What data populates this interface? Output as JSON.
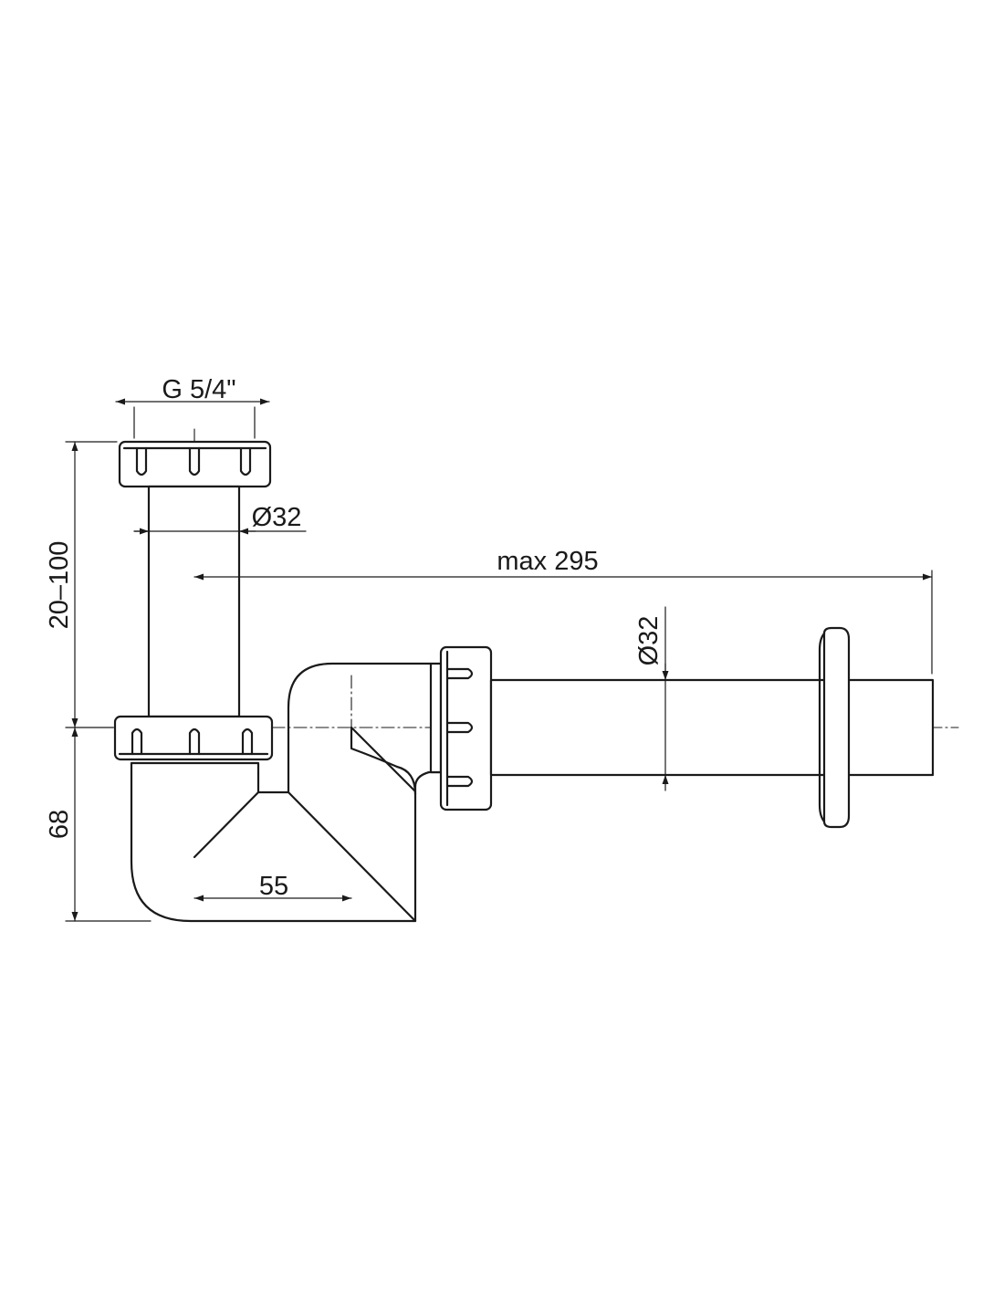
{
  "colors": {
    "line": "#1a1a1a",
    "background": "#ffffff"
  },
  "dimensions": {
    "thread": "G 5/4\"",
    "inlet_diameter": "Ø32",
    "outlet_diameter": "Ø32",
    "max_length": "max 295",
    "height_adjust": "20–100",
    "trap_depth": "68",
    "offset": "55"
  }
}
